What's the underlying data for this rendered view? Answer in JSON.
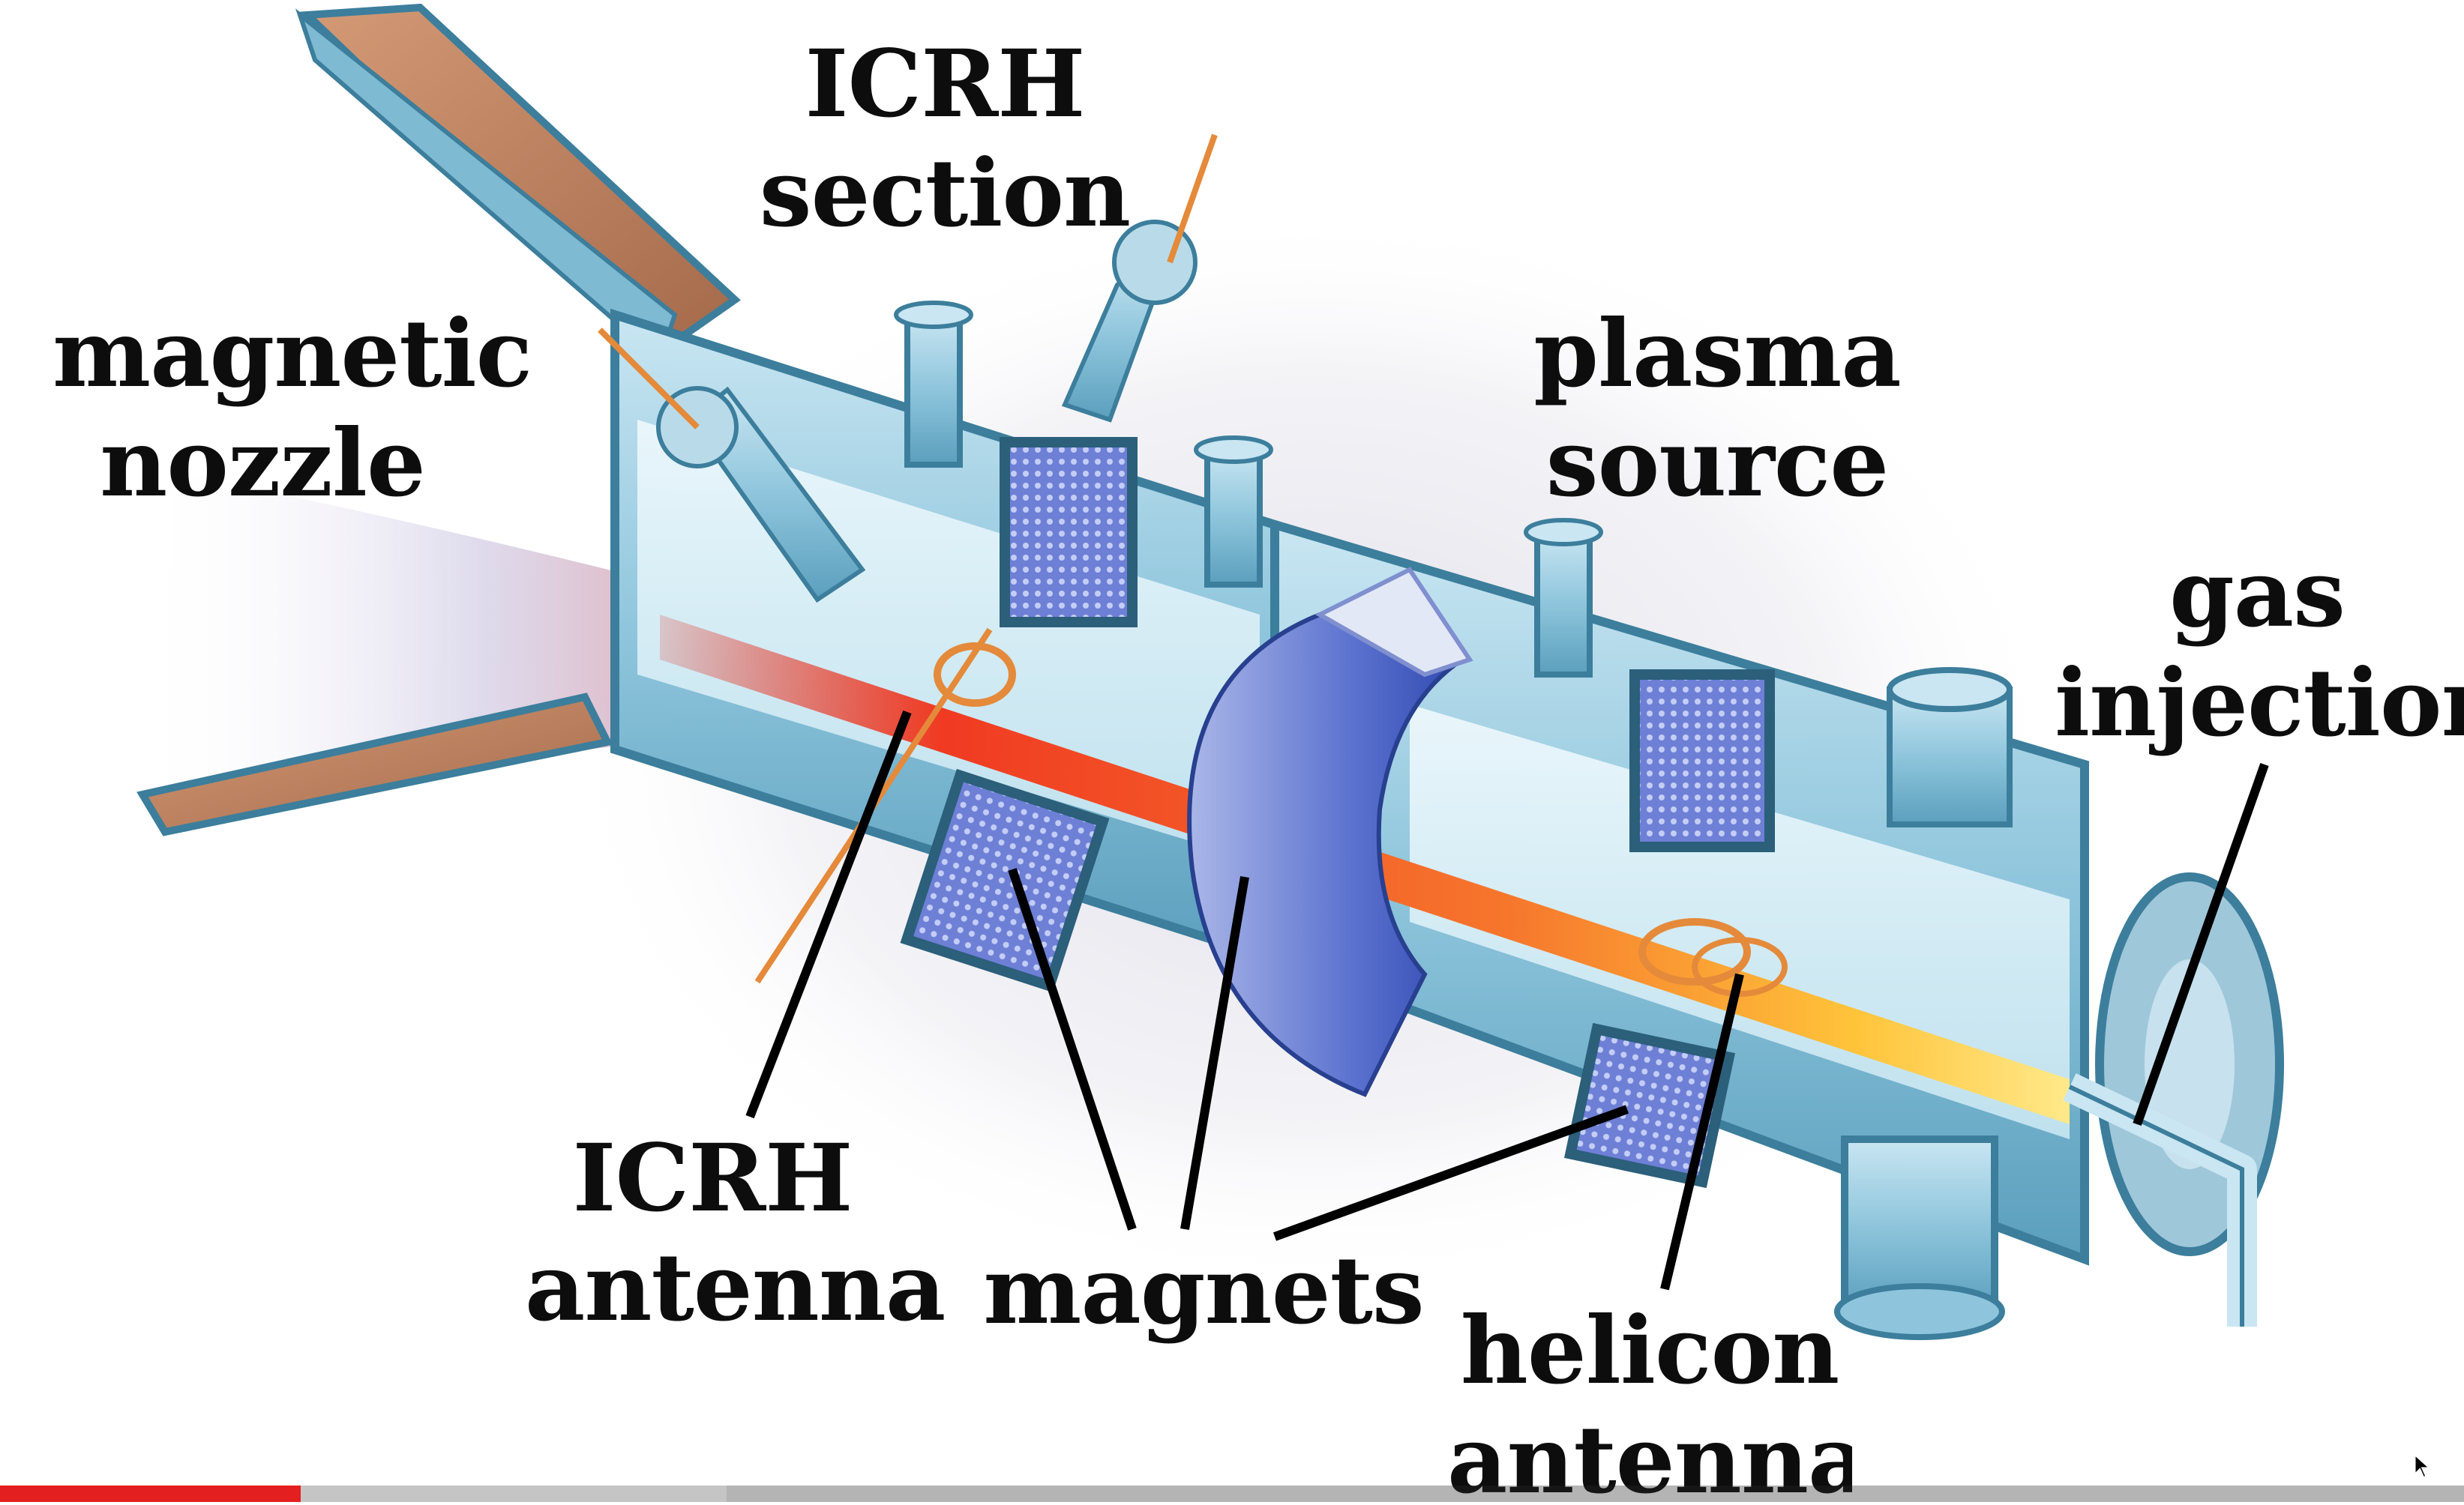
{
  "labels": {
    "icrh_section_1": "ICRH",
    "icrh_section_2": "section",
    "magnetic_nozzle_1": "magnetic",
    "magnetic_nozzle_2": "nozzle",
    "plasma_source_1": "plasma",
    "plasma_source_2": "source",
    "gas_injection_1": "gas",
    "gas_injection_2": "injection",
    "icrh_antenna_1": "ICRH",
    "icrh_antenna_2": "antenna",
    "magnets": "magnets",
    "helicon_antenna_1": "helicon",
    "helicon_antenna_2": "antenna"
  },
  "video": {
    "played_fraction": 0.122,
    "loaded_fraction": 0.295
  }
}
